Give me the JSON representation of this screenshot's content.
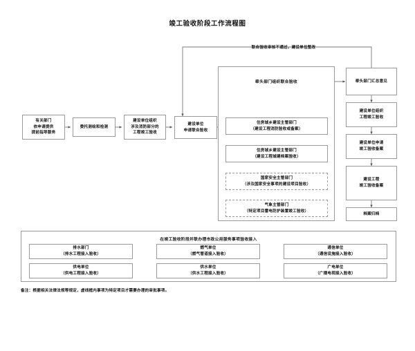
{
  "page": {
    "title": "竣工验收阶段工作流程图"
  },
  "loop": {
    "label": "联合验收审核不通过，建设单位整改"
  },
  "flow_left": [
    {
      "l1": "有关部门",
      "l2": "依申请提供",
      "l3": "提前指导服务"
    },
    {
      "l1": "委托测绘和检测",
      "l2": "",
      "l3": ""
    },
    {
      "l1": "建设单位组织",
      "l2": "涉及消防部分的",
      "l3": "工程竣工验收"
    },
    {
      "l1": "建设单位",
      "l2": "申请联合验收",
      "l3": ""
    }
  ],
  "center_panel": {
    "title": "牵头部门组织联合验收",
    "items": [
      {
        "l1": "住房城乡建设主管部门",
        "l2": "（建设工程消防验收或备案）",
        "dashed": false
      },
      {
        "l1": "住房城乡建设主管部门",
        "l2": "（建设工程城建档案验收）",
        "dashed": false
      },
      {
        "l1": "国家安全主管部门",
        "l2": "（涉及国家安全事项的建设项目验收）",
        "dashed": true
      },
      {
        "l1": "气象主管部门",
        "l2": "（特定项目雷电防护装置竣工验收）",
        "dashed": true
      }
    ]
  },
  "flow_right": [
    {
      "l1": "牵头部门汇总意见",
      "l2": ""
    },
    {
      "l1": "建设单位组织",
      "l2": "工程竣工验收"
    },
    {
      "l1": "建设单位申请",
      "l2": "竣工验收备案"
    },
    {
      "l1": "建设工程",
      "l2": "竣工验收备案"
    },
    {
      "l1": "档案归档",
      "l2": ""
    }
  ],
  "bottom_panel": {
    "title": "在竣工验收阶段并联办理市政公用服务事项验收接入",
    "items": [
      {
        "l1": "排水部门",
        "l2": "（排水工程接入验收）"
      },
      {
        "l1": "燃气单位",
        "l2": "（燃气管道接入验收）"
      },
      {
        "l1": "通信单位",
        "l2": "（通信设施接入验收）"
      },
      {
        "l1": "供电单位",
        "l2": "（供电工程接入验收）"
      },
      {
        "l1": "供水单位",
        "l2": "（供水工程接入验收）"
      },
      {
        "l1": "广电单位",
        "l2": "（广播电视接入验收）"
      }
    ]
  },
  "footer": {
    "note": "备注：根据相关法律法规等规定，虚线框内事项为特定项目才需要办理的审批事项。"
  },
  "colors": {
    "border": "#9a9a9a",
    "text": "#111111",
    "background": "#ffffff"
  }
}
